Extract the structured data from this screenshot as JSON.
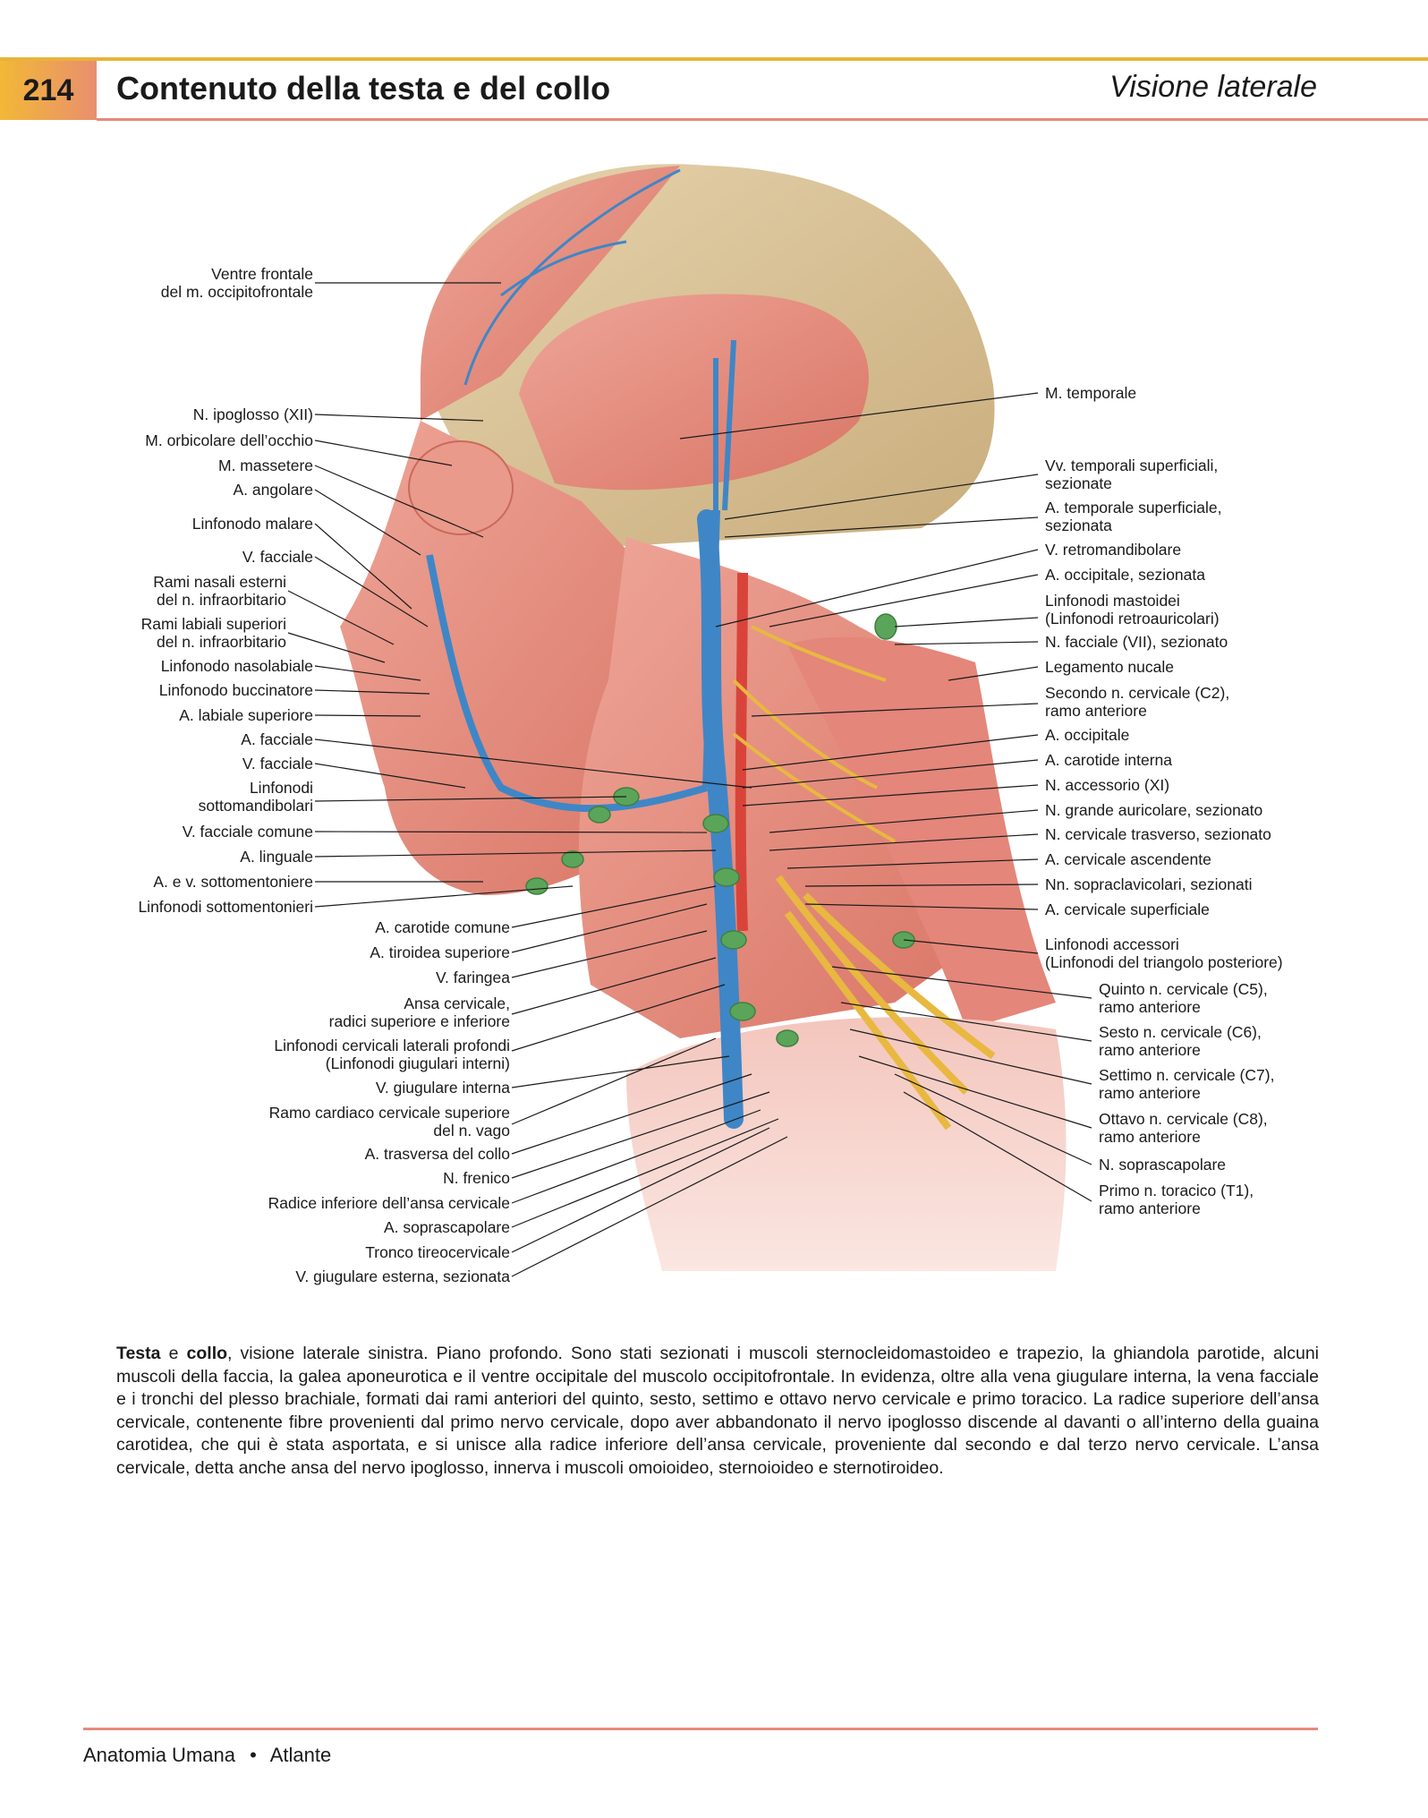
{
  "header": {
    "page_number": "214",
    "title": "Contenuto della testa e del collo",
    "section": "Visione laterale"
  },
  "labels_left": [
    "Ventre frontale\ndel m. occipitofrontale",
    "N. ipoglosso (XII)",
    "M. orbicolare dell’occhio",
    "M. massetere",
    "A. angolare",
    "Linfonodo malare",
    "V. facciale",
    "Rami nasali esterni\ndel n. infraorbitario",
    "Rami labiali superiori\ndel n. infraorbitario",
    "Linfonodo nasolabiale",
    "Linfonodo buccinatore",
    "A. labiale superiore",
    "A. facciale",
    "V. facciale",
    "Linfonodi\nsottomandibolari",
    "V. facciale comune",
    "A. linguale",
    "A. e v. sottomentoniere",
    "Linfonodi sottomentonieri"
  ],
  "labels_center": [
    "A. carotide comune",
    "A. tiroidea superiore",
    "V. faringea",
    "Ansa cervicale,\nradici superiore e inferiore",
    "Linfonodi cervicali laterali profondi\n(Linfonodi giugulari interni)",
    "V. giugulare interna",
    "Ramo cardiaco cervicale superiore\ndel n. vago",
    "A. trasversa del collo",
    "N. frenico",
    "Radice inferiore dell’ansa cervicale",
    "A. soprascapolare",
    "Tronco tireocervicale",
    "V. giugulare esterna, sezionata"
  ],
  "labels_right": [
    "M. temporale",
    "Vv. temporali superficiali,\nsezionate",
    "A. temporale superficiale,\nsezionata",
    "V. retromandibolare",
    "A. occipitale, sezionata",
    "Linfonodi mastoidei\n(Linfonodi retroauricolari)",
    "N. facciale (VII), sezionato",
    "Legamento nucale",
    "Secondo n. cervicale (C2),\nramo anteriore",
    "A. occipitale",
    "A. carotide interna",
    "N. accessorio (XI)",
    "N. grande auricolare, sezionato",
    "N. cervicale trasverso, sezionato",
    "A. cervicale ascendente",
    "Nn. sopraclavicolari, sezionati",
    "A. cervicale superficiale",
    "Linfonodi accessori\n(Linfonodi del triangolo posteriore)"
  ],
  "labels_right2": [
    "Quinto n. cervicale (C5),\nramo anteriore",
    "Sesto n. cervicale (C6),\nramo anteriore",
    "Settimo n. cervicale (C7),\nramo anteriore",
    "Ottavo n. cervicale (C8),\nramo anteriore",
    "N. soprascapolare",
    "Primo n. toracico (T1),\nramo anteriore"
  ],
  "caption": {
    "bold1": "Testa",
    "mid1": " e ",
    "bold2": "collo",
    "rest": ", visione laterale sinistra. Piano profondo. Sono stati sezionati i muscoli sternocleidomastoideo e trapezio, la ghiandola parotide, alcuni muscoli della faccia, la galea aponeurotica e il ventre occipitale del muscolo occipitofrontale. In evidenza, oltre alla vena giugulare interna, la vena facciale e i tronchi del plesso brachiale, formati dai rami anteriori del quinto, sesto, settimo e ottavo nervo cervicale e primo toracico. La radice superiore dell’ansa cervicale, contenente fibre provenienti dal primo nervo cervicale, dopo aver abbandonato il nervo ipoglosso discende al davanti o all’interno della guaina carotidea, che qui è stata asportata, e si unisce alla radice inferiore dell’ansa cervicale, proveniente dal secondo e dal terzo nervo cervicale. L’ansa cervicale, detta anche ansa del nervo ipoglosso, innerva i muscoli omoioideo, sternoioideo e sternotiroideo."
  },
  "footer": {
    "book": "Anatomia Umana",
    "separator": "•",
    "part": "Atlante"
  },
  "colors": {
    "accent": "#e8b33a",
    "rule": "#e58a7d",
    "muscle": "#e58f7f",
    "bone": "#d9c39a",
    "vein": "#3f86c6",
    "artery": "#d9443a",
    "nerve": "#e8b840",
    "node": "#5aa55a"
  }
}
